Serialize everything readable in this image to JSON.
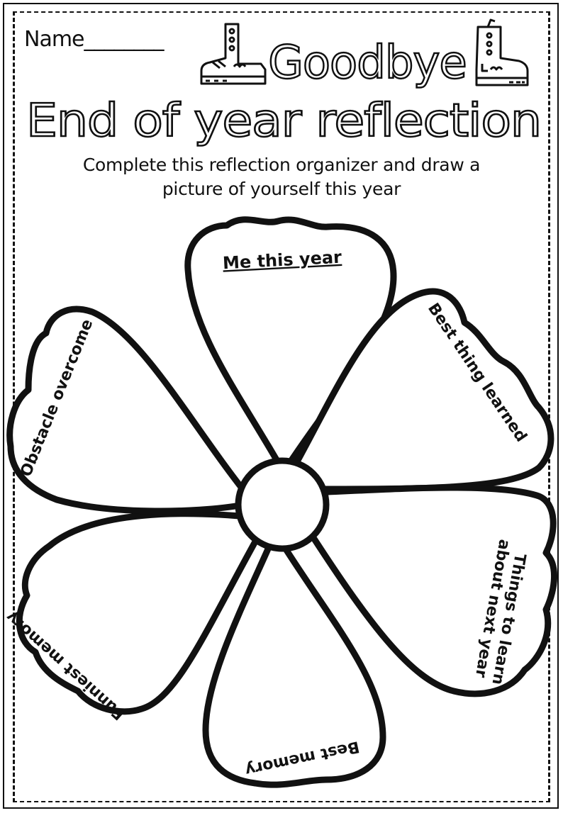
{
  "header": {
    "name_label": "Name________",
    "title_goodbye": "Goodbye",
    "title_main": "End of year reflection"
  },
  "instructions": {
    "line1": "Complete this reflection organizer and draw a",
    "line2": "picture of yourself this year"
  },
  "petals": {
    "top": "Me this year",
    "upper_right": "Best thing learned",
    "lower_right_1": "Things to learn",
    "lower_right_2": "about next year",
    "bottom": "Best memory",
    "lower_left": "Funniest memory",
    "upper_left": "Obstacle overcome"
  },
  "icons": {
    "left": "sneaker-icon",
    "right": "sneaker-icon"
  },
  "colors": {
    "ink": "#111111",
    "paper": "#ffffff"
  }
}
